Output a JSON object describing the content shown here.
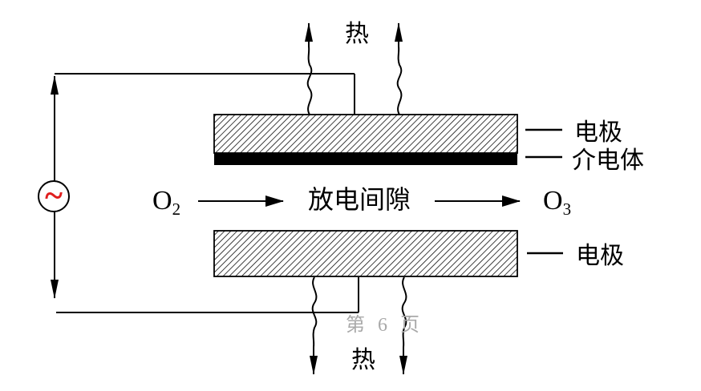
{
  "figure": {
    "heat_top": "热",
    "heat_bottom": "热",
    "input_gas_base": "O",
    "input_gas_sub": "2",
    "output_gas_base": "O",
    "output_gas_sub": "3",
    "discharge_gap": "放电间隙",
    "electrode_top_label": "电极",
    "dielectric_label": "介电体",
    "electrode_bottom_label": "电极",
    "ac_source_symbol": "~",
    "page_footer": "第 6 页"
  },
  "colors": {
    "line": "#000000",
    "ac_tilde_red": "#e01e1e",
    "footer_gray": "#a9a9a9",
    "background": "#ffffff",
    "dielectric_fill": "#000000"
  }
}
